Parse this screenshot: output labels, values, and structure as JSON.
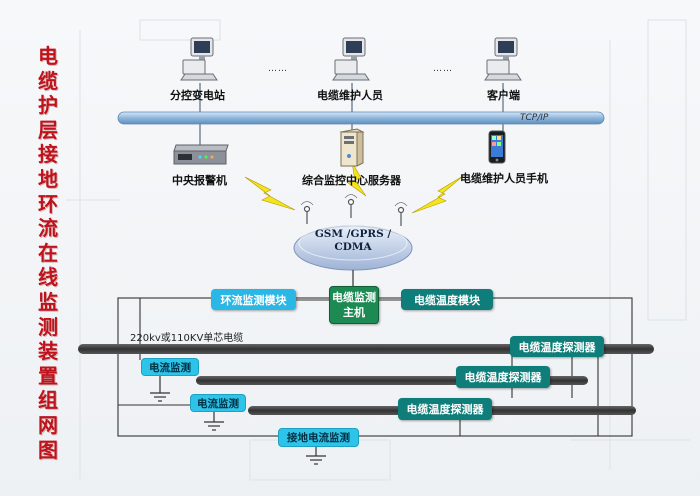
{
  "title": "电缆护层接地环流在线监测装置组网图",
  "network": {
    "label": "TCP/IP",
    "dots": "……",
    "terminals": [
      {
        "label": "分控变电站",
        "icon": "desktop-computer-icon"
      },
      {
        "label": "电缆维护人员",
        "icon": "desktop-computer-icon"
      },
      {
        "label": "客户端",
        "icon": "desktop-computer-icon"
      }
    ]
  },
  "devices": {
    "alarm": "中央报警机",
    "server": "综合监控中心服务器",
    "phone": "电缆维护人员手机"
  },
  "cloud": {
    "line1": "GSM /GPRS /",
    "line2": "CDMA"
  },
  "modules": {
    "host_line1": "电缆监测",
    "host_line2": "主机",
    "circulation": "环流监测模块",
    "temperature": "电缆温度模块"
  },
  "cable_label": "220kv或110KV单芯电缆",
  "sensors": {
    "current_1": "电流监测",
    "current_2": "电流监测",
    "ground_current": "接地电流监测",
    "temp_probe_1": "电缆温度探测器",
    "temp_probe_2": "电缆温度探测器",
    "temp_probe_3": "电缆温度探测器"
  },
  "colors": {
    "title_red": "#c0121b",
    "bus_blue": "#8fb6dc",
    "module_blue": "#2ab7e6",
    "host_green": "#1c8a52",
    "module_teal": "#0f7d79",
    "sensor_cyan": "#2ec3e8",
    "cable_gray": "#3a3a3a",
    "lightning_yellow": "#f4e41c"
  }
}
